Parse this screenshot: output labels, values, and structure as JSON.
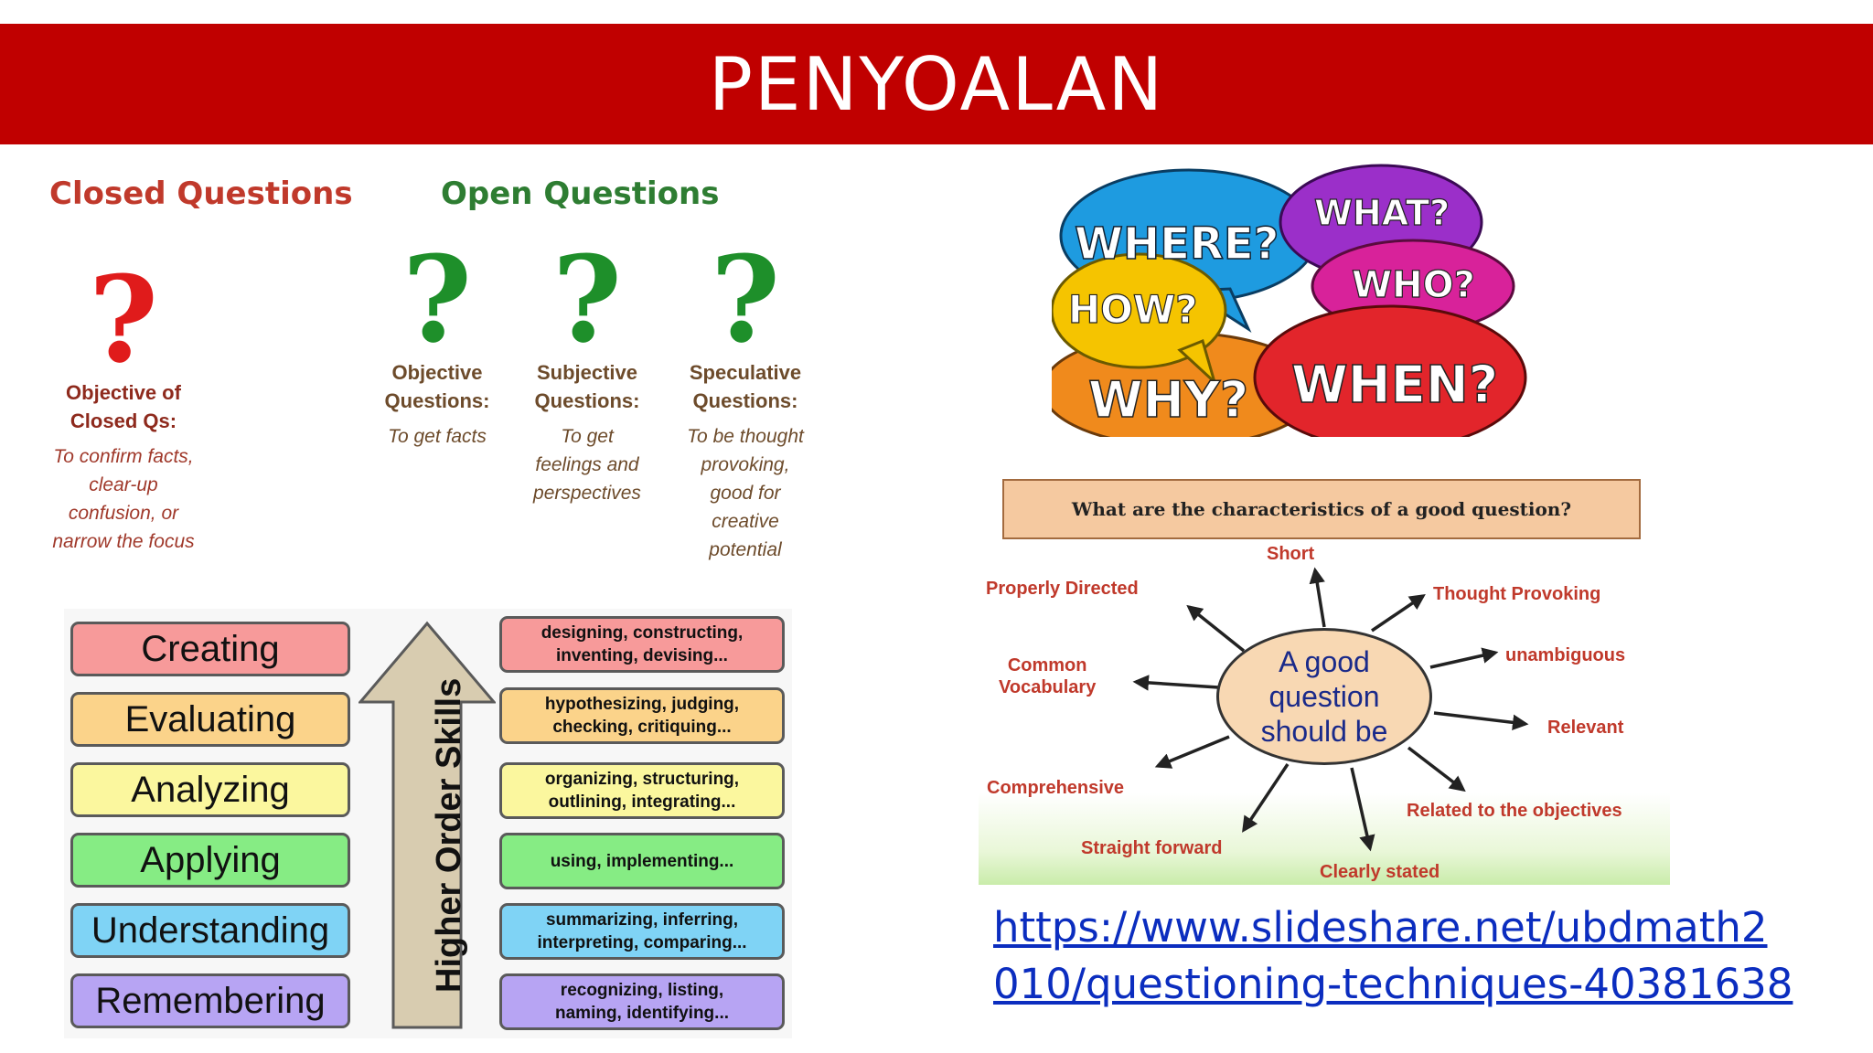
{
  "slide": {
    "title": "PENYOALAN"
  },
  "question_types": {
    "closed_heading": "Closed Questions",
    "open_heading": "Open Questions",
    "columns": [
      {
        "name_line1": "Objective of",
        "name_line2": "Closed Qs:",
        "desc": [
          "To confirm facts,",
          "clear-up",
          "confusion, or",
          "narrow the focus"
        ]
      },
      {
        "name_line1": "Objective",
        "name_line2": "Questions:",
        "desc": [
          "To get facts"
        ]
      },
      {
        "name_line1": "Subjective",
        "name_line2": "Questions:",
        "desc": [
          "To get",
          "feelings and",
          "perspectives"
        ]
      },
      {
        "name_line1": "Speculative",
        "name_line2": "Questions:",
        "desc": [
          "To be thought",
          "provoking,",
          "good for",
          "creative",
          "potential"
        ]
      }
    ],
    "question_mark": "?"
  },
  "bloom": {
    "arrow_label": "Higher Order Skills",
    "levels": [
      {
        "label": "Creating",
        "color": "#f79a9a",
        "verbs": [
          "designing, constructing,",
          "inventing, devising..."
        ]
      },
      {
        "label": "Evaluating",
        "color": "#fbd38a",
        "verbs": [
          "hypothesizing, judging,",
          "checking, critiquing..."
        ]
      },
      {
        "label": "Analyzing",
        "color": "#fbf79e",
        "verbs": [
          "organizing, structuring,",
          "outlining, integrating..."
        ]
      },
      {
        "label": "Applying",
        "color": "#86ec84",
        "verbs": [
          "using, implementing..."
        ]
      },
      {
        "label": "Understanding",
        "color": "#7fd3f5",
        "verbs": [
          "summarizing, inferring,",
          "interpreting, comparing..."
        ]
      },
      {
        "label": "Remembering",
        "color": "#b7a4f3",
        "verbs": [
          "recognizing, listing,",
          "naming, identifying..."
        ]
      }
    ]
  },
  "bubbles": {
    "words": [
      "WHERE?",
      "WHAT?",
      "WHO?",
      "HOW?",
      "WHY?",
      "WHEN?"
    ],
    "colors": {
      "where": "#1e9be0",
      "what": "#9b2fc9",
      "who": "#d8229a",
      "how": "#f5c400",
      "why": "#f08a1c",
      "when": "#e2252b"
    }
  },
  "characteristics": {
    "title": "What are the characteristics of a good question?",
    "center_line1": "A good",
    "center_line2": "question",
    "center_line3": "should be",
    "spokes": {
      "short": "Short",
      "properly_directed": "Properly Directed",
      "thought_provoking": "Thought Provoking",
      "common_vocab_1": "Common",
      "common_vocab_2": "Vocabulary",
      "unambiguous": "unambiguous",
      "relevant": "Relevant",
      "comprehensive": "Comprehensive",
      "related": "Related to the objectives",
      "straight_forward": "Straight forward",
      "clearly_stated": "Clearly stated"
    }
  },
  "source_link": {
    "line1": "https://www.slideshare.net/ubdmath2",
    "line2": "010/questioning-techniques-40381638"
  }
}
